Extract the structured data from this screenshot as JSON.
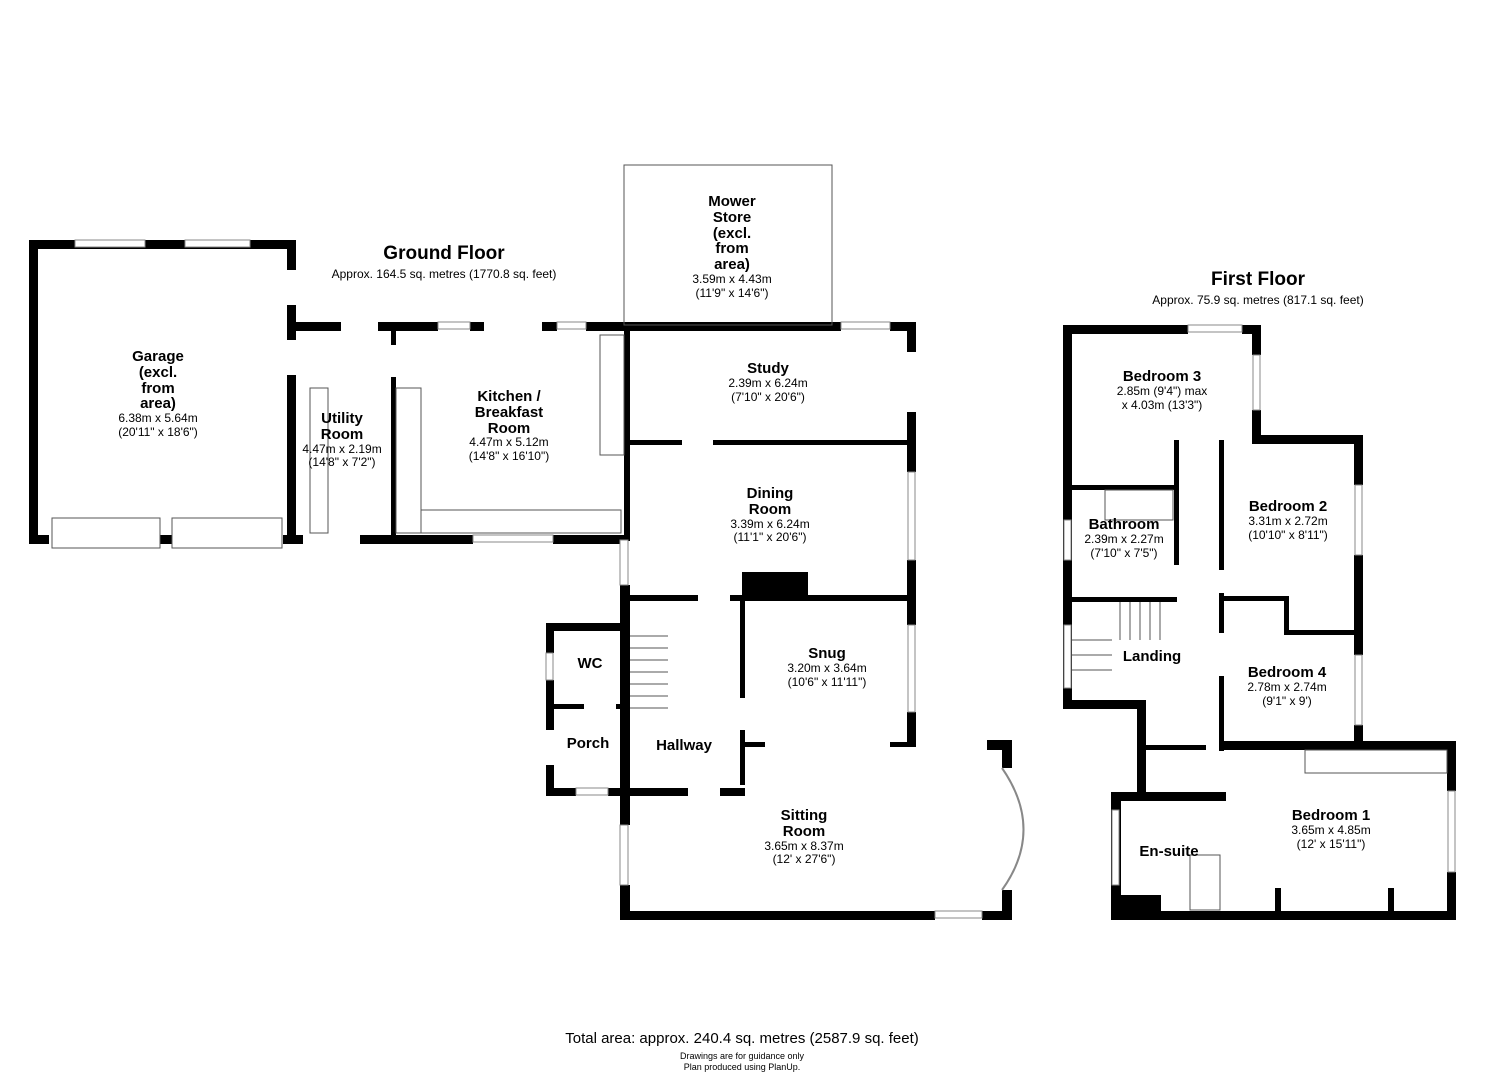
{
  "ground_floor": {
    "title": "Ground Floor",
    "area": "Approx. 164.5 sq. metres (1770.8 sq. feet)",
    "rooms": [
      {
        "name": [
          "Garage",
          "(excl.",
          "from",
          "area)"
        ],
        "dims": [
          "6.38m x 5.64m",
          "(20'11\" x 18'6\")"
        ]
      },
      {
        "name": [
          "Utility",
          "Room"
        ],
        "dims": [
          "4.47m x 2.19m",
          "(14'8\" x 7'2\")"
        ]
      },
      {
        "name": [
          "Kitchen /",
          "Breakfast",
          "Room"
        ],
        "dims": [
          "4.47m x 5.12m",
          "(14'8\" x 16'10\")"
        ]
      },
      {
        "name": [
          "Mower",
          "Store",
          "(excl.",
          "from",
          "area)"
        ],
        "dims": [
          "3.59m x 4.43m",
          "(11'9\" x 14'6\")"
        ]
      },
      {
        "name": [
          "Study"
        ],
        "dims": [
          "2.39m x 6.24m",
          "(7'10\" x 20'6\")"
        ]
      },
      {
        "name": [
          "Dining",
          "Room"
        ],
        "dims": [
          "3.39m x 6.24m",
          "(11'1\" x 20'6\")"
        ]
      },
      {
        "name": [
          "Snug"
        ],
        "dims": [
          "3.20m x 3.64m",
          "(10'6\" x 11'11\")"
        ]
      },
      {
        "name": [
          "WC"
        ],
        "dims": []
      },
      {
        "name": [
          "Porch"
        ],
        "dims": []
      },
      {
        "name": [
          "Hallway"
        ],
        "dims": []
      },
      {
        "name": [
          "Sitting",
          "Room"
        ],
        "dims": [
          "3.65m x 8.37m",
          "(12' x 27'6\")"
        ]
      }
    ]
  },
  "first_floor": {
    "title": "First Floor",
    "area": "Approx. 75.9 sq. metres (817.1 sq. feet)",
    "rooms": [
      {
        "name": [
          "Bedroom 3"
        ],
        "dims": [
          "2.85m (9'4\") max",
          "x 4.03m (13'3\")"
        ]
      },
      {
        "name": [
          "Bedroom 2"
        ],
        "dims": [
          "3.31m x 2.72m",
          "(10'10\" x 8'11\")"
        ]
      },
      {
        "name": [
          "Bathroom"
        ],
        "dims": [
          "2.39m x 2.27m",
          "(7'10\" x 7'5\")"
        ]
      },
      {
        "name": [
          "Landing"
        ],
        "dims": []
      },
      {
        "name": [
          "Bedroom 4"
        ],
        "dims": [
          "2.78m x 2.74m",
          "(9'1\" x 9')"
        ]
      },
      {
        "name": [
          "Bedroom 1"
        ],
        "dims": [
          "3.65m x 4.85m",
          "(12' x 15'11\")"
        ]
      },
      {
        "name": [
          "En-suite"
        ],
        "dims": []
      }
    ]
  },
  "footer": {
    "total": "Total area: approx. 240.4 sq. metres (2587.9 sq. feet)",
    "note1": "Drawings are for guidance only",
    "note2": "Plan produced using PlanUp."
  },
  "colors": {
    "wall": "#000000",
    "fixture": "#555555",
    "window": "#aaaaaa",
    "background": "#ffffff"
  }
}
